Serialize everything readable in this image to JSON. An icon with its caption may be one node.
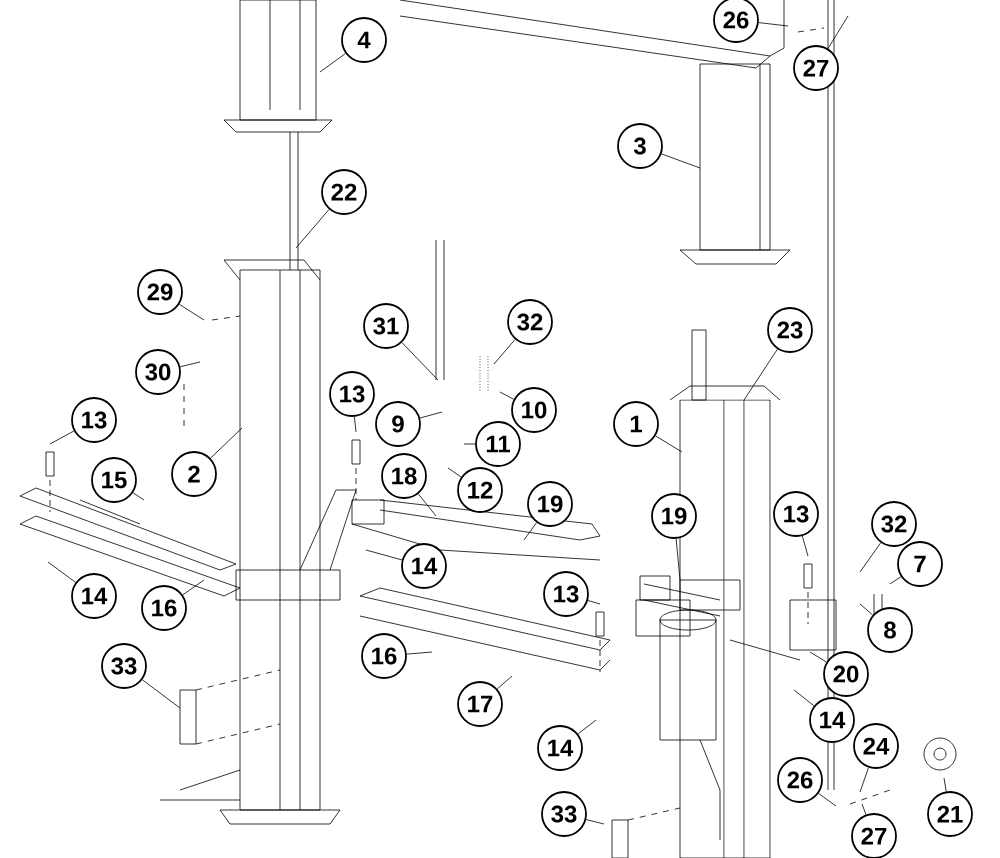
{
  "diagram": {
    "nodes": [
      {
        "text": [
          "26"
        ]
      },
      {
        "text": [
          "27"
        ]
      },
      {
        "text": [
          "4"
        ]
      },
      {
        "text": [
          "3"
        ]
      },
      {
        "text": [
          "22"
        ]
      },
      {
        "text": [
          "29"
        ]
      },
      {
        "text": [
          "30"
        ]
      },
      {
        "text": [
          "31"
        ]
      },
      {
        "text": [
          "32"
        ]
      },
      {
        "text": [
          "23"
        ]
      },
      {
        "text": [
          "13"
        ]
      },
      {
        "text": [
          "9"
        ]
      },
      {
        "text": [
          "10"
        ]
      },
      {
        "text": [
          "11"
        ]
      },
      {
        "text": [
          "12"
        ]
      },
      {
        "text": [
          "1"
        ]
      },
      {
        "text": [
          "13"
        ]
      },
      {
        "text": [
          "2"
        ]
      },
      {
        "text": [
          "15"
        ]
      },
      {
        "text": [
          "18"
        ]
      },
      {
        "text": [
          "19"
        ]
      },
      {
        "text": [
          "19"
        ]
      },
      {
        "text": [
          "13"
        ]
      },
      {
        "text": [
          "32"
        ]
      },
      {
        "text": [
          "7"
        ]
      },
      {
        "text": [
          "13"
        ]
      },
      {
        "text": [
          "8"
        ]
      },
      {
        "text": [
          "14"
        ]
      },
      {
        "text": [
          "16"
        ]
      },
      {
        "text": [
          "14"
        ]
      },
      {
        "text": [
          "20"
        ]
      },
      {
        "text": [
          "16"
        ]
      },
      {
        "text": [
          "17"
        ]
      },
      {
        "text": [
          "33"
        ]
      },
      {
        "text": [
          "14"
        ]
      },
      {
        "text": [
          "14"
        ]
      },
      {
        "text": [
          "24"
        ]
      },
      {
        "text": [
          "26"
        ]
      },
      {
        "text": [
          "21"
        ]
      },
      {
        "text": [
          "27"
        ]
      },
      {
        "text": [
          "33"
        ]
      }
    ],
    "edges": [
      {
        "from": 0,
        "to": null,
        "arrow": "none"
      },
      {
        "from": 1,
        "to": null,
        "arrow": "none"
      },
      {
        "from": 2,
        "to": null,
        "arrow": "none"
      },
      {
        "from": 3,
        "to": null,
        "arrow": "none"
      },
      {
        "from": 4,
        "to": null,
        "arrow": "none"
      },
      {
        "from": 5,
        "to": null,
        "arrow": "none"
      },
      {
        "from": 6,
        "to": null,
        "arrow": "none"
      },
      {
        "from": 7,
        "to": null,
        "arrow": "none"
      },
      {
        "from": 8,
        "to": null,
        "arrow": "none"
      },
      {
        "from": 9,
        "to": null,
        "arrow": "none"
      },
      {
        "from": 10,
        "to": null,
        "arrow": "none"
      },
      {
        "from": 11,
        "to": null,
        "arrow": "none"
      },
      {
        "from": 12,
        "to": null,
        "arrow": "none"
      },
      {
        "from": 13,
        "to": null,
        "arrow": "none"
      },
      {
        "from": 14,
        "to": null,
        "arrow": "none"
      },
      {
        "from": 15,
        "to": null,
        "arrow": "none"
      },
      {
        "from": 16,
        "to": null,
        "arrow": "none"
      },
      {
        "from": 17,
        "to": null,
        "arrow": "none"
      },
      {
        "from": 18,
        "to": null,
        "arrow": "none"
      },
      {
        "from": 19,
        "to": null,
        "arrow": "none"
      },
      {
        "from": 20,
        "to": null,
        "arrow": "none"
      },
      {
        "from": 21,
        "to": null,
        "arrow": "none"
      },
      {
        "from": 22,
        "to": null,
        "arrow": "none"
      },
      {
        "from": 23,
        "to": null,
        "arrow": "none"
      },
      {
        "from": 24,
        "to": null,
        "arrow": "none"
      },
      {
        "from": 25,
        "to": null,
        "arrow": "none"
      },
      {
        "from": 26,
        "to": null,
        "arrow": "none"
      },
      {
        "from": 27,
        "to": null,
        "arrow": "none"
      },
      {
        "from": 28,
        "to": null,
        "arrow": "none"
      },
      {
        "from": 29,
        "to": null,
        "arrow": "none"
      },
      {
        "from": 30,
        "to": null,
        "arrow": "none"
      },
      {
        "from": 31,
        "to": null,
        "arrow": "none"
      },
      {
        "from": 32,
        "to": null,
        "arrow": "none"
      },
      {
        "from": 33,
        "to": null,
        "arrow": "none"
      },
      {
        "from": 34,
        "to": null,
        "arrow": "none"
      },
      {
        "from": 35,
        "to": null,
        "arrow": "none"
      },
      {
        "from": 36,
        "to": null,
        "arrow": "none"
      },
      {
        "from": 37,
        "to": null,
        "arrow": "none"
      },
      {
        "from": 38,
        "to": null,
        "arrow": "none"
      },
      {
        "from": 39,
        "to": null,
        "arrow": "none"
      },
      {
        "from": 40,
        "to": null,
        "arrow": "none"
      }
    ]
  }
}
